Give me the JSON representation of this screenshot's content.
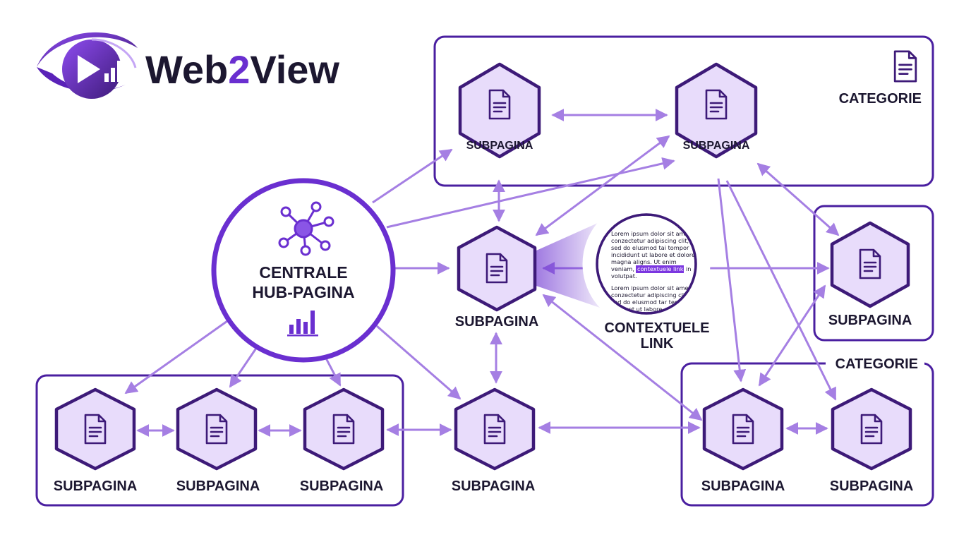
{
  "brand": {
    "name_part1": "Web",
    "name_part2": "2",
    "name_part3": "View"
  },
  "hub": {
    "line1": "CENTRALE",
    "line2": "HUB-PAGINA"
  },
  "category_label_top": "CATEGORIE",
  "category_label_bottom": "CATEGORIE",
  "node_labels": {
    "top_left": "SUBPAGINA",
    "top_right": "SUBPAGINA",
    "middle": "SUBPAGINA",
    "right": "SUBPAGINA",
    "bottom_1": "SUBPAGINA",
    "bottom_2": "SUBPAGINA",
    "bottom_3": "SUBPAGINA",
    "bottom_4": "SUBPAGINA",
    "bottom_right_1": "SUBPAGINA",
    "bottom_right_2": "SUBPAGINA"
  },
  "contextual": {
    "label_line1": "CONTEXTUELE",
    "label_line2": "LINK",
    "text_lines": [
      "Lorem ipsum dolor sit amet,",
      "conzectetur adipiscing clit,",
      "sed do elusmod tai tompor",
      "incididunt ut labore et dolore",
      "magna aligns. Ut enim"
    ],
    "highlight_prefix": "veniam,",
    "highlight": "contextuele link",
    "highlight_suffix": "in",
    "after_line": "volutpat.",
    "text_lines_2": [
      "Lorem ipsum dolor sit amet,",
      "conzectetur adipiscing clit,",
      "sed do elusmod tar temper",
      "incidunt ut labore et u"
    ]
  },
  "colors": {
    "accent": "#6a2fd0",
    "dark_purple": "#3d1a78",
    "hex_fill": "#e8dcfb",
    "arrow": "#a57fe3",
    "text": "#1c1730"
  },
  "icons": {
    "node": "document-icon",
    "hub_top": "network-icon",
    "hub_bottom": "bar-chart-icon",
    "category": "document-icon",
    "logo": "eye-play-chart-icon"
  }
}
